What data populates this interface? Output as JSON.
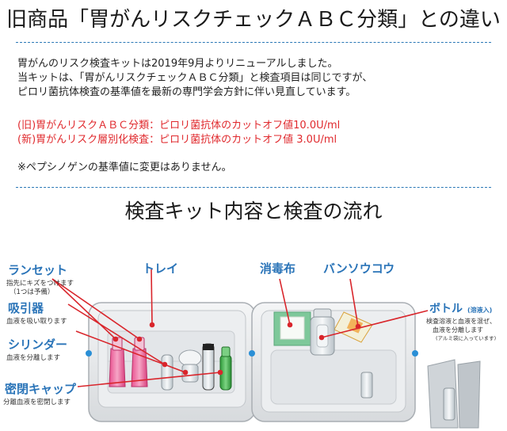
{
  "header": {
    "title": "旧商品「胃がんリスクチェックＡＢＣ分類」との違い"
  },
  "intro": {
    "line1": "胃がんのリスク検査キットは2019年9月よりリニューアルしました。",
    "line2": "当キットは、「胃がんリスクチェックＡＢＣ分類」と検査項目は同じですが、",
    "line3": "ピロリ菌抗体検査の基準値を最新の専門学会方針に伴い見直しています。"
  },
  "comparison": {
    "old": "(旧)胃がんリスクＡＢＣ分類：ピロリ菌抗体のカットオフ値10.0U/ml",
    "new": "(新)胃がんリスク層別化検査：ピロリ菌抗体のカットオフ値 3.0U/ml"
  },
  "note": "※ペプシノゲンの基準値に変更はありません。",
  "section2": {
    "title": "検査キット内容と検査の流れ"
  },
  "diagram": {
    "lancet": {
      "label": "ランセット",
      "sub1": "指先にキズをつけます",
      "sub2": "（1つは予備）"
    },
    "aspirator": {
      "label": "吸引器",
      "sub1": "血液を吸い取ります"
    },
    "cylinder": {
      "label": "シリンダー",
      "sub1": "血液を分離します"
    },
    "cap": {
      "label": "密閉キャップ",
      "sub1": "分離血液を密閉します"
    },
    "tray": {
      "label": "トレイ"
    },
    "wipe": {
      "label": "消毒布"
    },
    "bandage": {
      "label": "バンソウコウ"
    },
    "bottle": {
      "label": "ボトル",
      "label_small": "(溶液入)",
      "sub1": "検査溶液と血液を混ぜ、",
      "sub2": "血液を分離します",
      "sub3": "(アルミ袋に入っています)"
    },
    "colors": {
      "label_blue": "#2a74b8",
      "arrow_red": "#d9262c",
      "tray_edge": "#b8bcc0"
    }
  }
}
